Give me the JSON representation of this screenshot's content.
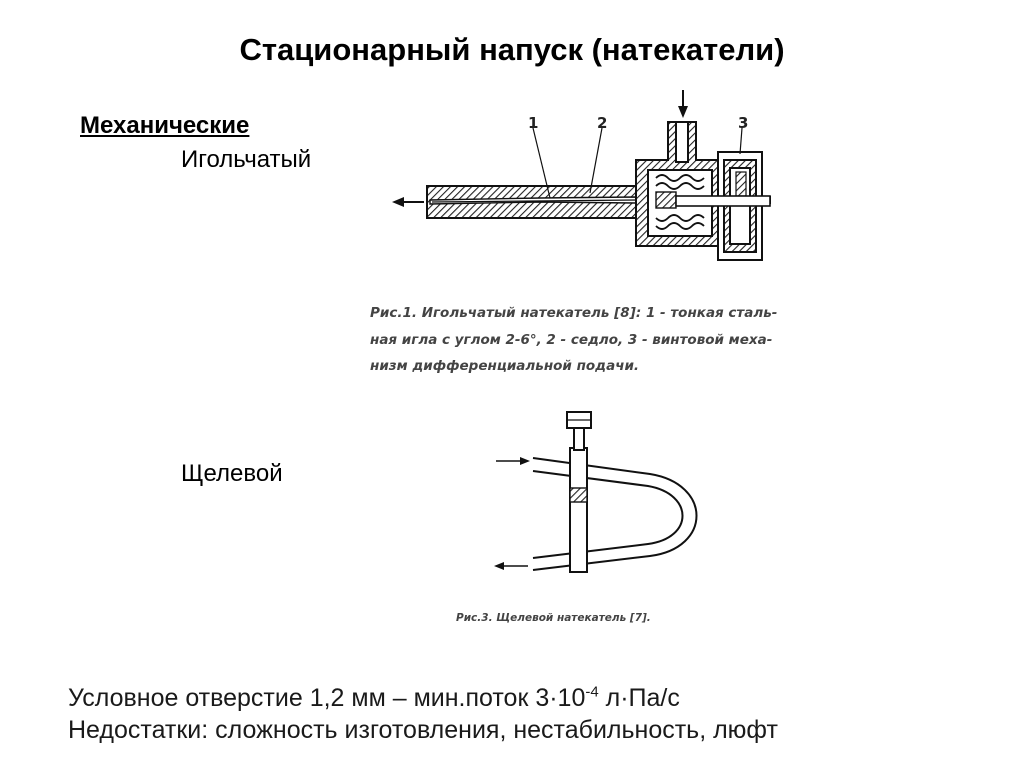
{
  "slide": {
    "title": "Стационарный напуск (натекатели)",
    "section": "Механические",
    "needle_label": "Игольчатый",
    "slit_label": "Щелевой"
  },
  "figure1": {
    "callouts": [
      "1",
      "2",
      "3"
    ],
    "caption_lines": [
      "Рис.1. Игольчатый натекатель [8]: 1 - тонкая сталь-",
      "ная игла с углом 2-6°, 2 - седло, 3 - винтовой меха-",
      "низм  дифференциальной подачи."
    ]
  },
  "figure3": {
    "caption": "Рис.3. Щелевой натекатель [7]."
  },
  "footer": {
    "line1_before": "Условное отверстие 1,2 мм – мин.поток 3·10",
    "line1_exp": "-4",
    "line1_after": " л·Па/с",
    "line2": "Недостатки: сложность изготовления, нестабильность, люфт"
  }
}
